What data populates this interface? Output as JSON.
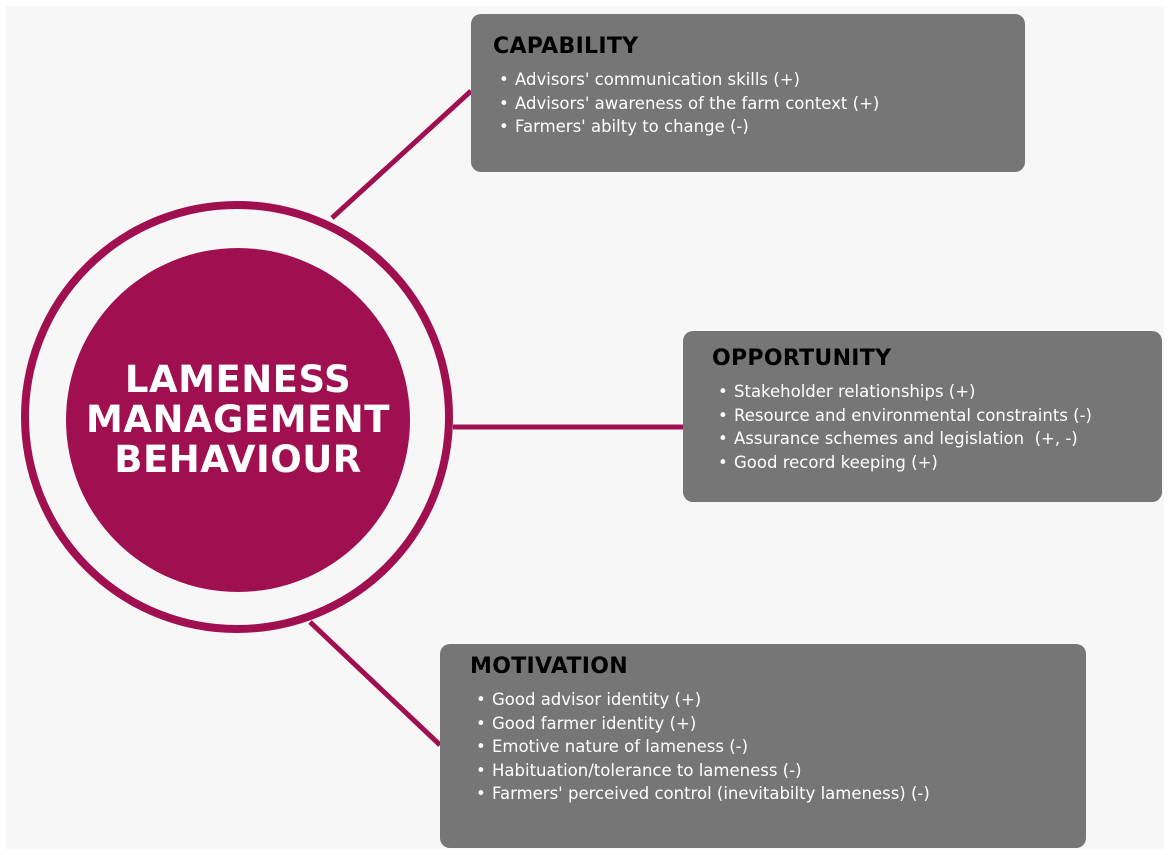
{
  "colors": {
    "accent": "#a01050",
    "box_fill": "#767676",
    "panel_bg": "#f7f7f8"
  },
  "hub": {
    "lines": [
      "LAMENESS",
      "MANAGEMENT",
      "BEHAVIOUR"
    ]
  },
  "boxes": {
    "capability": {
      "title": "CAPABILITY",
      "items": [
        "Advisors' communication skills (+)",
        "Advisors' awareness of the farm context (+)",
        "Farmers' abilty to change (-)"
      ]
    },
    "opportunity": {
      "title": "OPPORTUNITY",
      "items": [
        "Stakeholder relationships (+)",
        "Resource and environmental constraints (-)",
        "Assurance schemes and legislation  (+, -)",
        "Good record keeping (+)"
      ]
    },
    "motivation": {
      "title": "MOTIVATION",
      "items": [
        "Good advisor identity (+)",
        "Good farmer identity (+)",
        "Emotive nature of lameness (-)",
        "Habituation/tolerance to lameness (-)",
        "Farmers' perceived control (inevitabilty lameness) (-)"
      ]
    }
  }
}
